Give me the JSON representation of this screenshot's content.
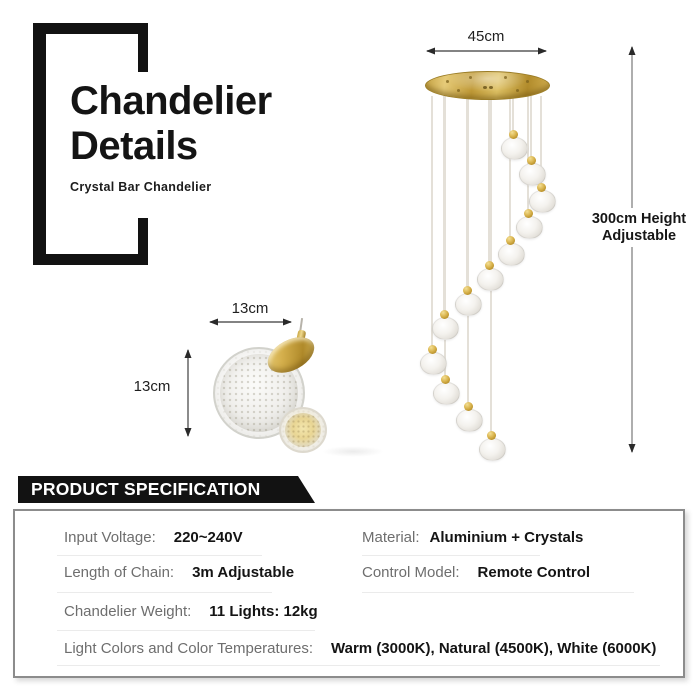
{
  "brand": {
    "title_line1": "Chandelier",
    "title_line2": "Details",
    "subtitle": "Crystal Bar Chandelier"
  },
  "dimensions": {
    "canopy_width": "45cm",
    "drop_height_line1": "300cm Height",
    "drop_height_line2": "Adjustable",
    "detail_width": "13cm",
    "detail_height": "13cm"
  },
  "illustration": {
    "pendant_count": 12,
    "colors": {
      "gold": "#C7A43F",
      "gold_light": "#E9CF7C",
      "gold_dark": "#9A7A22",
      "wire": "#E4E0D8",
      "banner_black": "#121212"
    }
  },
  "specification": {
    "banner_title": "PRODUCT SPECIFICATION",
    "left_rows": [
      {
        "label": "Input Voltage:",
        "value": "220~240V"
      },
      {
        "label": "Length of Chain:",
        "value": "3m Adjustable"
      },
      {
        "label": "Chandelier Weight:",
        "value": "11 Lights: 12kg"
      }
    ],
    "right_rows": [
      {
        "label": "Material:",
        "value": "Aluminium + Crystals"
      },
      {
        "label": "Control Model:",
        "value": "Remote Control"
      }
    ],
    "bottom_row": {
      "label": "Light Colors and Color Temperatures:",
      "value": "Warm (3000K), Natural (4500K), White (6000K)"
    }
  }
}
